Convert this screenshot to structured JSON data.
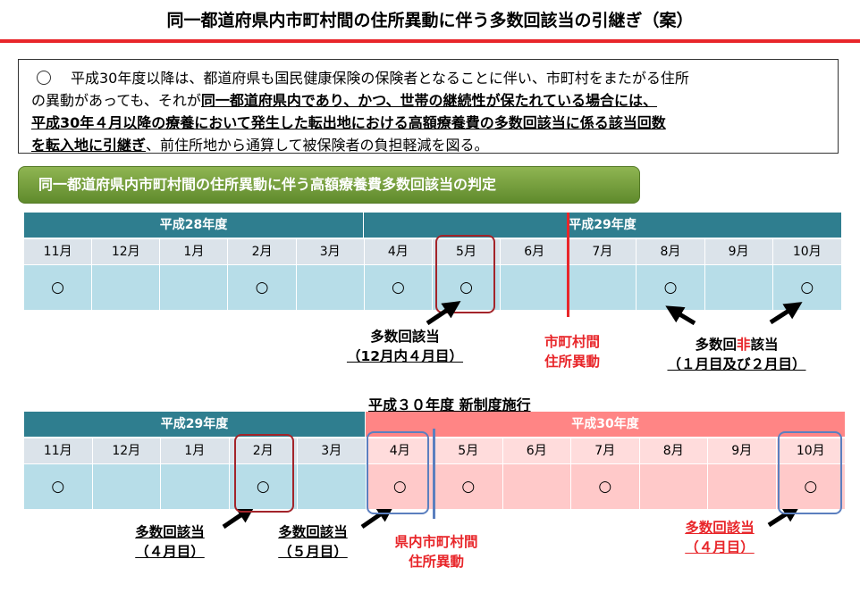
{
  "title": "同一都道府県内市町村間の住所異動に伴う多数回該当の引継ぎ（案）",
  "notice": {
    "line1": "平成30年度以降は、都道府県も国民健康保険の保険者となることに伴い、市町村をまたがる住所",
    "line2_plain": "の異動があっても、それが",
    "line2_bold": "同一都道府県内であり、かつ、世帯の継続性が保たれている場合には、",
    "line3_bold": "平成30年４月以降の療養において発生した転出地における高額療養費の多数回該当に係る該当回数",
    "line4_bold": "を転入地に引継ぎ",
    "line4_plain": "、前住所地から通算して被保険者の負担軽減を図る。"
  },
  "banner": "同一都道府県内市町村間の住所異動に伴う高額療養費多数回該当の判定",
  "table1": {
    "year_a": "平成28年度",
    "year_b": "平成29年度",
    "months": [
      "11月",
      "12月",
      "1月",
      "2月",
      "3月",
      "4月",
      "5月",
      "6月",
      "7月",
      "8月",
      "9月",
      "10月"
    ],
    "marks": [
      "○",
      "",
      "",
      "○",
      "",
      "○",
      "○",
      "",
      "",
      "○",
      "",
      "○"
    ]
  },
  "table1_labels": {
    "a_line1": "多数回該当",
    "a_line2": "（12月内４月目）",
    "move_line1": "市町村間",
    "move_line2": "住所異動",
    "c_pre": "多数回",
    "c_red": "非",
    "c_post": "該当",
    "c_line2": "（１月目及び２月目）"
  },
  "new_system": "平成３０年度 新制度施行",
  "table2": {
    "year_a": "平成29年度",
    "year_b": "平成30年度",
    "months": [
      "11月",
      "12月",
      "1月",
      "2月",
      "3月",
      "4月",
      "5月",
      "6月",
      "7月",
      "8月",
      "9月",
      "10月"
    ],
    "marks": [
      "○",
      "",
      "",
      "○",
      "",
      "○",
      "○",
      "",
      "○",
      "",
      "",
      "○"
    ]
  },
  "table2_labels": {
    "a_line1": "多数回該当",
    "a_line2": "（４月目）",
    "b_line1": "多数回該当",
    "b_line2": "（５月目）",
    "move_line1": "県内市町村間",
    "move_line2": "住所異動",
    "c_line1": "多数回該当",
    "c_line2": "（４月目）"
  },
  "colors": {
    "accent_red": "#e8262a",
    "teal": "#2f7e8f",
    "pink": "#ff8585",
    "dark_red_box": "#a3242a",
    "blue_box": "#5b7fbf",
    "green_banner": "#6f9a35"
  }
}
